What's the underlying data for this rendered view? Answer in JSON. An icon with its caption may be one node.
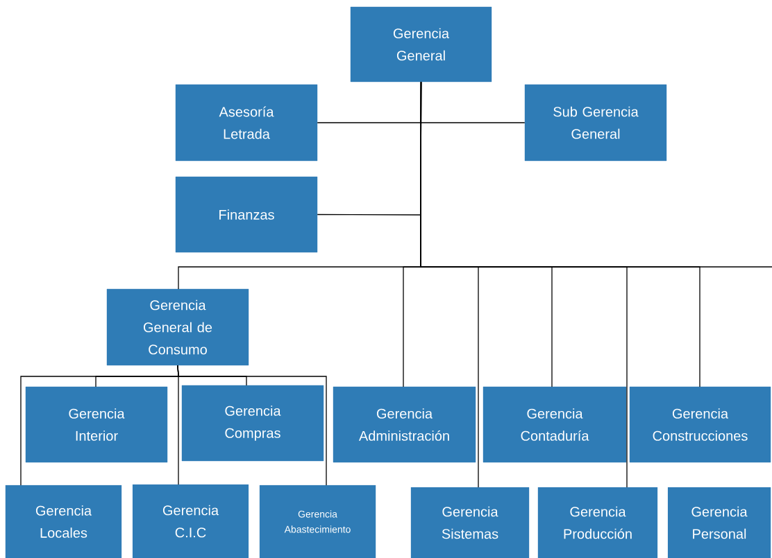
{
  "diagram": {
    "nodes": [
      {
        "text": [
          "Gerencia General"
        ]
      },
      {
        "text": [
          "Asesoría Letrada"
        ]
      },
      {
        "text": [
          "Sub Gerencia General"
        ]
      },
      {
        "text": [
          "Finanzas"
        ]
      },
      {
        "text": [
          "Gerencia General de Consumo"
        ]
      },
      {
        "text": [
          "Gerencia Interior"
        ]
      },
      {
        "text": [
          "Gerencia Compras"
        ]
      },
      {
        "text": [
          "Gerencia Administración"
        ]
      },
      {
        "text": [
          "Gerencia Contaduría"
        ]
      },
      {
        "text": [
          "Gerencia Construcciones"
        ]
      },
      {
        "text": [
          "Gerencia Locales"
        ]
      },
      {
        "text": [
          "Gerencia C.I.C"
        ]
      },
      {
        "text": [
          "Gerencia Abastecimiento"
        ]
      },
      {
        "text": [
          "Gerencia Sistemas"
        ]
      },
      {
        "text": [
          "Gerencia Producción"
        ]
      },
      {
        "text": [
          "Gerencia Personal"
        ]
      }
    ],
    "edges": [
      {
        "from": 0,
        "to": 1,
        "arrow": "none"
      },
      {
        "from": 0,
        "to": 2,
        "arrow": "none"
      },
      {
        "from": 0,
        "to": 3,
        "arrow": "none"
      },
      {
        "from": 0,
        "to": 4,
        "arrow": "none"
      },
      {
        "from": 0,
        "to": 7,
        "arrow": "none"
      },
      {
        "from": 0,
        "to": 13,
        "arrow": "none"
      },
      {
        "from": 0,
        "to": 8,
        "arrow": "none"
      },
      {
        "from": 0,
        "to": 14,
        "arrow": "none"
      },
      {
        "from": 0,
        "to": 9,
        "arrow": "none"
      },
      {
        "from": 0,
        "to": null,
        "arrow": "none"
      },
      {
        "from": 4,
        "to": 10,
        "arrow": "none"
      },
      {
        "from": 4,
        "to": 5,
        "arrow": "none"
      },
      {
        "from": 4,
        "to": 11,
        "arrow": "none"
      },
      {
        "from": 4,
        "to": 6,
        "arrow": "none"
      },
      {
        "from": 4,
        "to": 12,
        "arrow": "none"
      }
    ]
  }
}
